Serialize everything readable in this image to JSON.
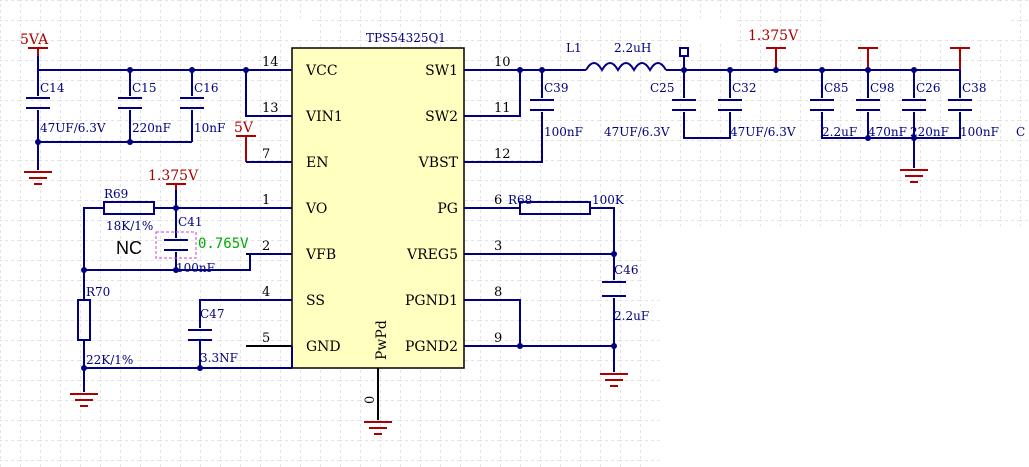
{
  "ic": {
    "name": "TPS54325Q1",
    "center_label": "PwPd",
    "bottom_pin_number": "0",
    "pins_left": [
      {
        "num": "14",
        "name": "VCC"
      },
      {
        "num": "13",
        "name": "VIN1"
      },
      {
        "num": "7",
        "name": "EN"
      },
      {
        "num": "1",
        "name": "VO"
      },
      {
        "num": "2",
        "name": "VFB"
      },
      {
        "num": "4",
        "name": "SS"
      },
      {
        "num": "5",
        "name": "GND"
      }
    ],
    "pins_right": [
      {
        "num": "10",
        "name": "SW1"
      },
      {
        "num": "11",
        "name": "SW2"
      },
      {
        "num": "12",
        "name": "VBST"
      },
      {
        "num": "6",
        "name": "PG"
      },
      {
        "num": "3",
        "name": "VREG5"
      },
      {
        "num": "8",
        "name": "PGND1"
      },
      {
        "num": "9",
        "name": "PGND2"
      }
    ]
  },
  "power": {
    "in": "5VA",
    "en": "5V",
    "vo": "1.375V",
    "out": "1.375V"
  },
  "components": {
    "c14": {
      "ref": "C14",
      "val": "47UF/6.3V"
    },
    "c15": {
      "ref": "C15",
      "val": "220nF"
    },
    "c16": {
      "ref": "C16",
      "val": "10nF"
    },
    "c39": {
      "ref": "C39",
      "val": "100nF"
    },
    "l1": {
      "ref": "L1",
      "val": "2.2uH"
    },
    "c25": {
      "ref": "C25",
      "val": "47UF/6.3V"
    },
    "c32": {
      "ref": "C32",
      "val": "47UF/6.3V"
    },
    "c85": {
      "ref": "C85",
      "val": "2.2uF"
    },
    "c98": {
      "ref": "C98",
      "val": "470nF"
    },
    "c26": {
      "ref": "C26",
      "val": "220nF"
    },
    "c38": {
      "ref": "C38",
      "val": "100nF"
    },
    "r69": {
      "ref": "R69",
      "val": "18K/1%"
    },
    "c41": {
      "ref": "C41",
      "val": "100nF"
    },
    "r70": {
      "ref": "R70",
      "val": "22K/1%"
    },
    "c47": {
      "ref": "C47",
      "val": "3.3NF"
    },
    "r68": {
      "ref": "R68",
      "val": "100K"
    },
    "c46": {
      "ref": "C46",
      "val": "2.2uF"
    }
  },
  "annotations": {
    "nc": "NC",
    "probe": "0.765V",
    "edge": "C"
  },
  "colors": {
    "wire": "#000080",
    "power": "#aa0000",
    "probe": "#00aa00",
    "grid": "#c8c8c8",
    "ic_fill": "#ffffc0"
  }
}
